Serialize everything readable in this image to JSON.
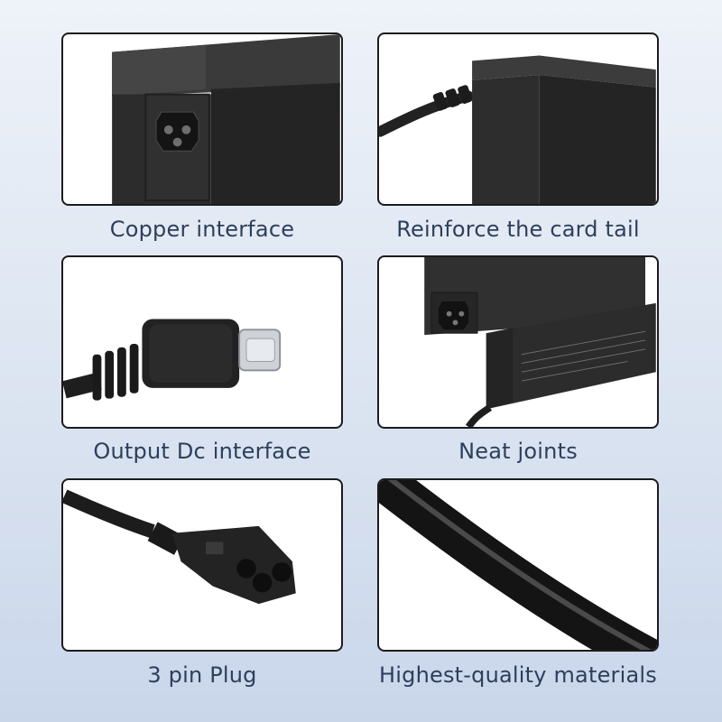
{
  "features": [
    {
      "caption": "Copper interface"
    },
    {
      "caption": "Reinforce  the card tail"
    },
    {
      "caption": "Output Dc interface"
    },
    {
      "caption": "Neat joints"
    },
    {
      "caption": "3 pin Plug"
    },
    {
      "caption": "Highest-quality materials"
    }
  ],
  "colors": {
    "panel_border": "#1c1c1c",
    "caption_text": "#2e3f5c",
    "product_body": "#2b2b2b"
  }
}
